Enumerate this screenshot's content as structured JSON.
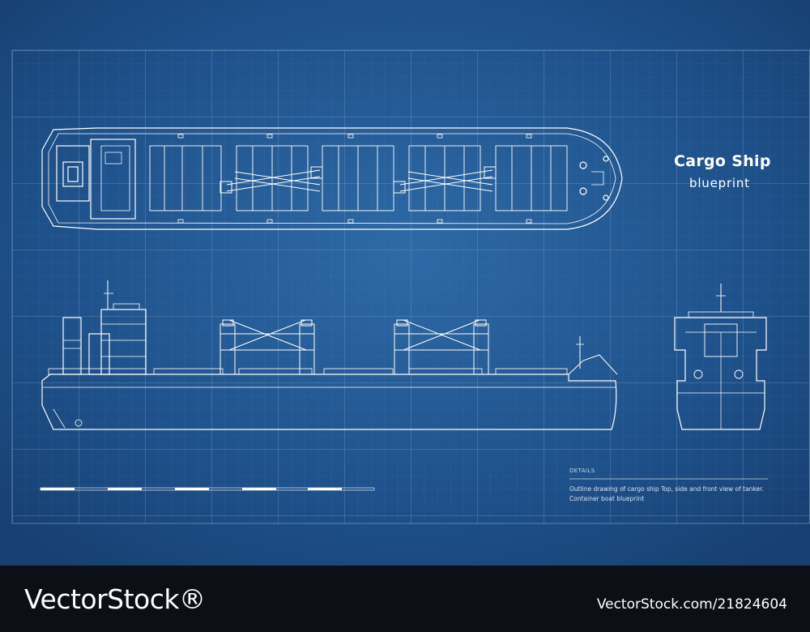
{
  "header": {
    "title": "Cargo Ship",
    "subtitle": "blueprint"
  },
  "details": {
    "label": "DETAILS",
    "text": "Outline drawing of cargo ship  Top, side and front view of tanker. Container boat blueprint"
  },
  "footer": {
    "logo": "VectorStock®",
    "stock_id": "VectorStock.com/21824604"
  },
  "colors": {
    "background": "#1d4c86",
    "grid": "#4b78ad",
    "line": "#ffffff",
    "footer": "#0c0f16"
  }
}
